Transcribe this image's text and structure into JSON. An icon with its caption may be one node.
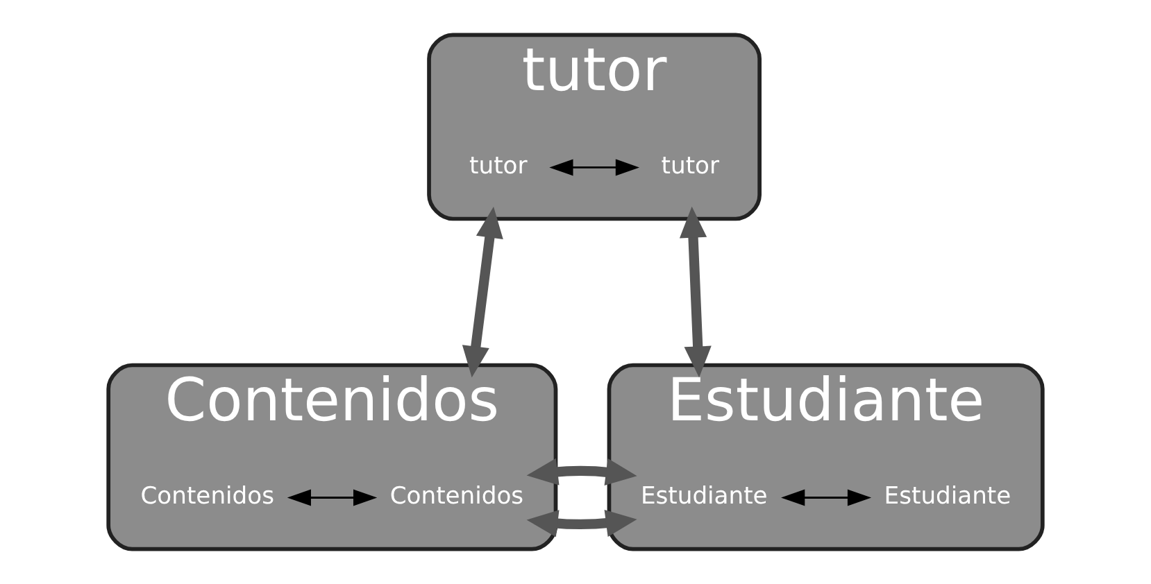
{
  "diagram": {
    "nodes": [
      {
        "text": [
          "tutor"
        ]
      },
      {
        "text": [
          "tutor"
        ],
        "in": 0
      },
      {
        "text": [
          "tutor"
        ],
        "in": 0
      },
      {
        "text": [
          "Contenidos"
        ]
      },
      {
        "text": [
          "Contenidos"
        ],
        "in": 3
      },
      {
        "text": [
          "Contenidos"
        ],
        "in": 3
      },
      {
        "text": [
          "Estudiante"
        ]
      },
      {
        "text": [
          "Estudiante"
        ],
        "in": 6
      },
      {
        "text": [
          "Estudiante"
        ],
        "in": 6
      }
    ],
    "edges": [
      {
        "from": 1,
        "to": 2,
        "arrow": "both"
      },
      {
        "from": 0,
        "to": 3,
        "arrow": "both",
        "style": "thick"
      },
      {
        "from": 0,
        "to": 6,
        "arrow": "both",
        "style": "thick"
      },
      {
        "from": 3,
        "to": 6,
        "arrow": "both",
        "style": "thick"
      },
      {
        "from": 4,
        "to": 5,
        "arrow": "both"
      },
      {
        "from": 7,
        "to": 8,
        "arrow": "both"
      }
    ]
  }
}
